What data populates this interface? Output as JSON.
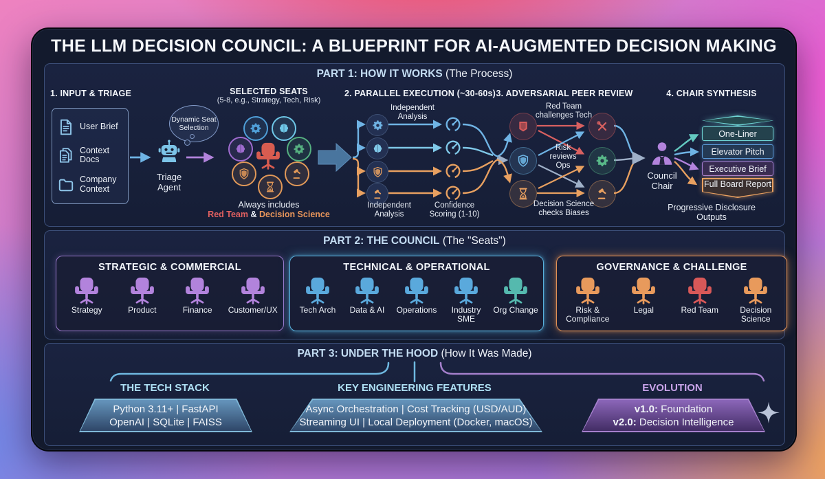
{
  "title": "THE LLM DECISION COUNCIL: A BLUEPRINT FOR AI-AUGMENTED DECISION MAKING",
  "part1": {
    "title": "PART 1: HOW IT WORKS",
    "subtitle": "(The Process)",
    "input_triage": {
      "header": "1. INPUT & TRIAGE",
      "items": [
        {
          "icon": "document-icon",
          "label": "User Brief"
        },
        {
          "icon": "documents-icon",
          "label": "Context Docs"
        },
        {
          "icon": "folder-icon",
          "label": "Company Context"
        }
      ]
    },
    "triage_agent": {
      "label": "Triage Agent",
      "thought": "Dynamic Seat Selection"
    },
    "selected_seats": {
      "header": "SELECTED SEATS",
      "subtitle": "(5-8, e.g., Strategy, Tech, Risk)",
      "always_includes": "Always includes",
      "red_team": "Red Team",
      "amp": " & ",
      "decision_science": "Decision Science"
    },
    "parallel_execution": {
      "header": "2. PARALLEL EXECUTION (~30-60s)",
      "label_top": "Independent Analysis",
      "label_bottom_left": "Independent Analysis",
      "label_bottom_right": "Confidence Scoring (1-10)"
    },
    "adversarial": {
      "header": "3. ADVERSARIAL PEER REVIEW",
      "label_top": "Red Team challenges Tech",
      "label_mid": "Risk reviews Ops",
      "label_bottom": "Decision Science checks Biases"
    },
    "chair_synthesis": {
      "header": "4. CHAIR SYNTHESIS",
      "chair_label": "Council Chair",
      "outputs": [
        "One-Liner",
        "Elevator Pitch",
        "Executive Brief",
        "Full Board Report"
      ],
      "caption": "Progressive Disclosure Outputs"
    }
  },
  "part2": {
    "title": "PART 2: THE COUNCIL",
    "subtitle": "(The \"Seats\")",
    "groups": [
      {
        "name": "STRATEGIC & COMMERCIAL",
        "accent": "#b283dc",
        "seats": [
          {
            "label": "Strategy"
          },
          {
            "label": "Product"
          },
          {
            "label": "Finance"
          },
          {
            "label": "Customer/UX"
          }
        ]
      },
      {
        "name": "TECHNICAL & OPERATIONAL",
        "accent": "#58b0dc",
        "seats": [
          {
            "label": "Tech Arch"
          },
          {
            "label": "Data & AI"
          },
          {
            "label": "Operations"
          },
          {
            "label": "Industry SME"
          },
          {
            "label": "Org Change"
          }
        ]
      },
      {
        "name": "GOVERNANCE & CHALLENGE",
        "accent": "#e09055",
        "seats": [
          {
            "label": "Risk & Compliance"
          },
          {
            "label": "Legal"
          },
          {
            "label": "Red Team"
          },
          {
            "label": "Decision Science"
          }
        ]
      }
    ]
  },
  "part3": {
    "title": "PART 3: UNDER THE HOOD",
    "subtitle": "(How It Was Made)",
    "columns": [
      {
        "header": "THE TECH STACK",
        "lines": [
          "Python 3.11+ | FastAPI",
          "OpenAI | SQLite | FAISS"
        ]
      },
      {
        "header": "KEY ENGINEERING FEATURES",
        "lines": [
          "Async Orchestration | Cost Tracking (USD/AUD)",
          "Streaming UI | Local Deployment (Docker, macOS)"
        ]
      },
      {
        "header": "EVOLUTION",
        "line1_bold": "v1.0:",
        "line1_rest": " Foundation",
        "line2_bold": "v2.0:",
        "line2_rest": " Decision Intelligence"
      }
    ]
  },
  "colors": {
    "accent_blue": "#6fb3e4",
    "accent_cyan": "#7fc8e8",
    "accent_purple": "#b283dc",
    "accent_green": "#58b888",
    "accent_orange": "#e8a060",
    "accent_red": "#d85c5c",
    "accent_teal": "#63c8c0",
    "panel_border": "#3b4e78",
    "card_bg": "#131a2d"
  },
  "icon_names": [
    "document-icon",
    "documents-icon",
    "folder-icon",
    "robot-icon",
    "thought-cloud",
    "gear-icon",
    "brain-icon",
    "shield-icon",
    "banner-icon",
    "hourglass-icon",
    "gavel-icon",
    "gauge-icon",
    "crossed-tools-icon",
    "office-chair-icon",
    "person-icon",
    "sparkle-icon",
    "arrow-icon"
  ]
}
